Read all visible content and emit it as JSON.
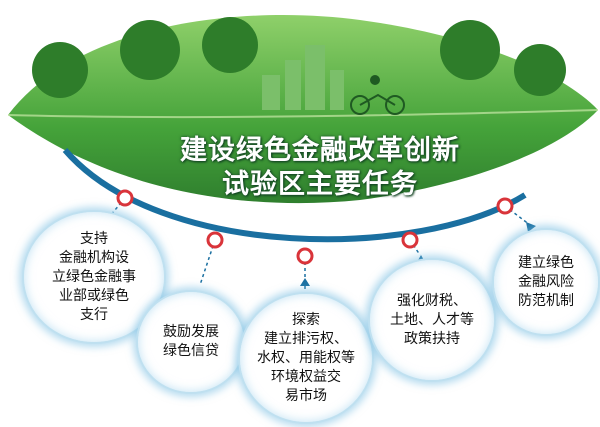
{
  "title": {
    "line1": "建设绿色金融改革创新",
    "line2": "试验区主要任务"
  },
  "tasks": [
    {
      "lines": [
        "支持",
        "金融机构设",
        "立绿色金融事",
        "业部或绿色",
        "支行"
      ]
    },
    {
      "lines": [
        "鼓励发展",
        "绿色信贷"
      ]
    },
    {
      "lines": [
        "探索",
        "建立排污权、",
        "水权、用能权等",
        "环境权益交",
        "易市场"
      ]
    },
    {
      "lines": [
        "强化财税、",
        "土地、人才等",
        "政策扶持"
      ]
    },
    {
      "lines": [
        "建立绿色",
        "金融风险",
        "防范机制"
      ]
    }
  ],
  "colors": {
    "leaf": "#4fae3a",
    "arc": "#1a6fa0",
    "node": "#d9343a"
  }
}
